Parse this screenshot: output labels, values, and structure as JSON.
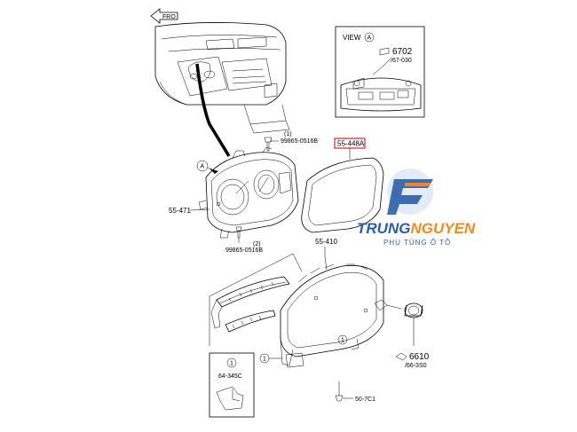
{
  "labels": {
    "front_arrow": "FRO",
    "view_title": "VIEW",
    "view_letter": "A",
    "view_part": "6702",
    "view_subref": "/67-030",
    "callout_a": "A",
    "part_55_448a": "55-448A",
    "part_55_471": "55-471",
    "part_55_410": "55-410",
    "screw_top_ref": "(1)",
    "screw_top_part": "99865-0516B",
    "screw_bottom_ref": "(2)",
    "screw_bottom_part": "99865-0516B",
    "circle_one": "1",
    "part_6610": "6610",
    "part_6610_sub": "/66-3S0",
    "inset_ref": "1",
    "inset_part": "64-345C",
    "part_50_7c1": "50-7C1"
  },
  "brand": {
    "name_part1": "TRUNG",
    "name_part2": "NGUYEN",
    "tagline": "PHỤ TÙNG Ô TÔ",
    "color_primary": "#2b5ea8",
    "color_accent": "#f08a1c"
  }
}
